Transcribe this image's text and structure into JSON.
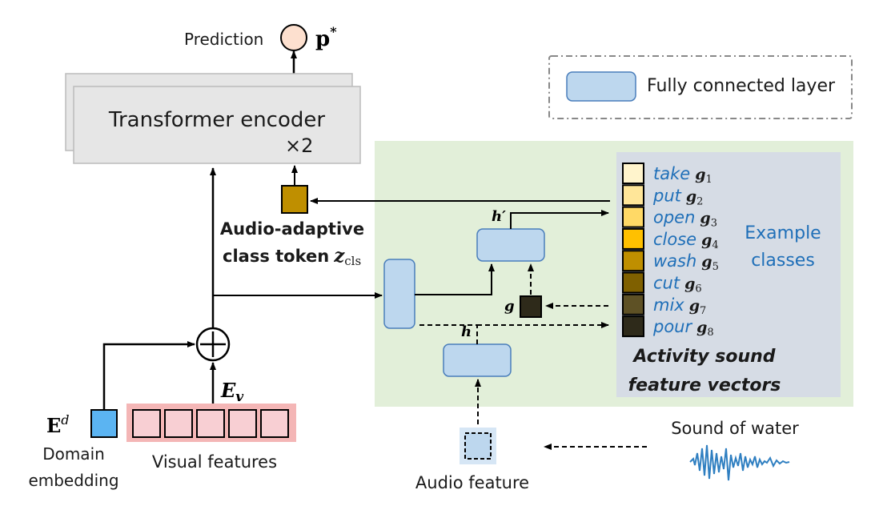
{
  "prediction": {
    "label": "Prediction",
    "symbol": "p",
    "sup": "*"
  },
  "legend": {
    "label": "Fully connected layer"
  },
  "encoder": {
    "title": "Transformer encoder",
    "repeat": "×2"
  },
  "class_token": {
    "line1": "Audio-adaptive",
    "line2": "class token",
    "symbol": "z",
    "sub": "cls"
  },
  "ev": {
    "symbol": "E",
    "sub": "v"
  },
  "domain": {
    "symbol": "E",
    "sup": "d",
    "line1": "Domain",
    "line2": "embedding"
  },
  "visual": {
    "label": "Visual features"
  },
  "fc_labels": {
    "h_prime": "h′",
    "h": "h",
    "g": "g"
  },
  "activity_classes": [
    {
      "name": "take",
      "vec": "g",
      "sub": "1",
      "color": "#fff4cc"
    },
    {
      "name": "put",
      "vec": "g",
      "sub": "2",
      "color": "#ffe699"
    },
    {
      "name": "open",
      "vec": "g",
      "sub": "3",
      "color": "#ffd966"
    },
    {
      "name": "close",
      "vec": "g",
      "sub": "4",
      "color": "#ffc000"
    },
    {
      "name": "wash",
      "vec": "g",
      "sub": "5",
      "color": "#bf8f00"
    },
    {
      "name": "cut",
      "vec": "g",
      "sub": "6",
      "color": "#7f6000"
    },
    {
      "name": "mix",
      "vec": "g",
      "sub": "7",
      "color": "#5e5125"
    },
    {
      "name": "pour",
      "vec": "g",
      "sub": "8",
      "color": "#2e2a1a"
    }
  ],
  "example_classes": {
    "line1": "Example",
    "line2": "classes"
  },
  "activity_sound": {
    "line1": "Activity sound",
    "line2": "feature vectors"
  },
  "sound": {
    "label": "Sound of water"
  },
  "audio": {
    "label": "Audio feature"
  },
  "colors": {
    "fc_fill": "#bdd7ee",
    "fc_stroke": "#4a7ebb",
    "green_panel": "#e2efd9",
    "gray_panel": "#d6dce5",
    "class_token": "#bf8f00",
    "domain_box": "#5bb4f2",
    "visual_bg": "#f4b6b6",
    "visual_box": "#f8cfd3",
    "prediction_circle": "#fde0cf",
    "g_box": "#2e2a1a",
    "waveform": "#2f7fc1",
    "blue_text": "#1f6fb8"
  }
}
